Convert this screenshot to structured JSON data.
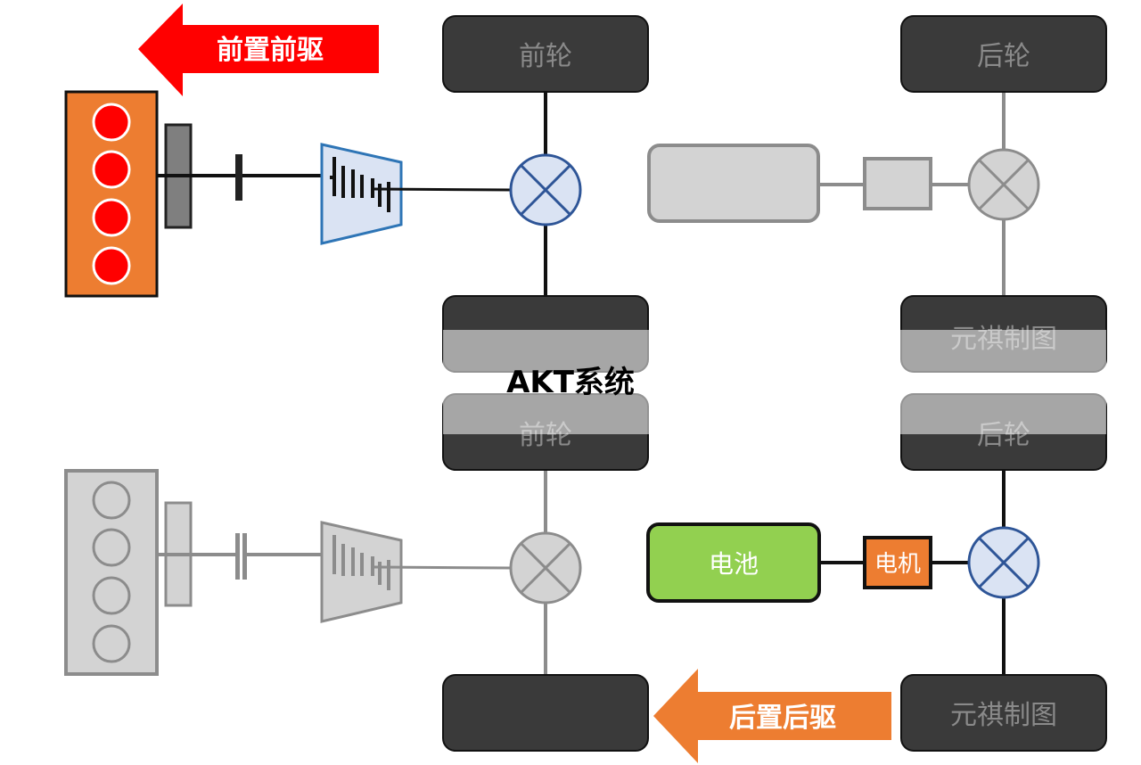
{
  "title": "AKT系统",
  "top": {
    "arrow_label": "前置前驱",
    "front_wheel": "前轮",
    "rear_wheel": "后轮",
    "front_wheel_bottom": "",
    "rear_wheel_bottom": "元祺制图"
  },
  "bottom": {
    "arrow_label": "后置后驱",
    "front_wheel": "前轮",
    "rear_wheel": "后轮",
    "front_wheel_bottom": "",
    "rear_wheel_bottom": "元祺制图",
    "battery": "电池",
    "motor": "电机"
  },
  "colors": {
    "engine_orange": "#ed7d31",
    "cylinder_red": "#ff0000",
    "arrow_red": "#ff0000",
    "arrow_orange": "#ed7d31",
    "battery_green": "#92d050",
    "active_blue": "#4472c4",
    "active_fill": "#dae3f3",
    "wheel_dark": "#3a3a3a",
    "inactive_gray": "#d3d3d3",
    "inactive_stroke": "#8c8c8c"
  }
}
